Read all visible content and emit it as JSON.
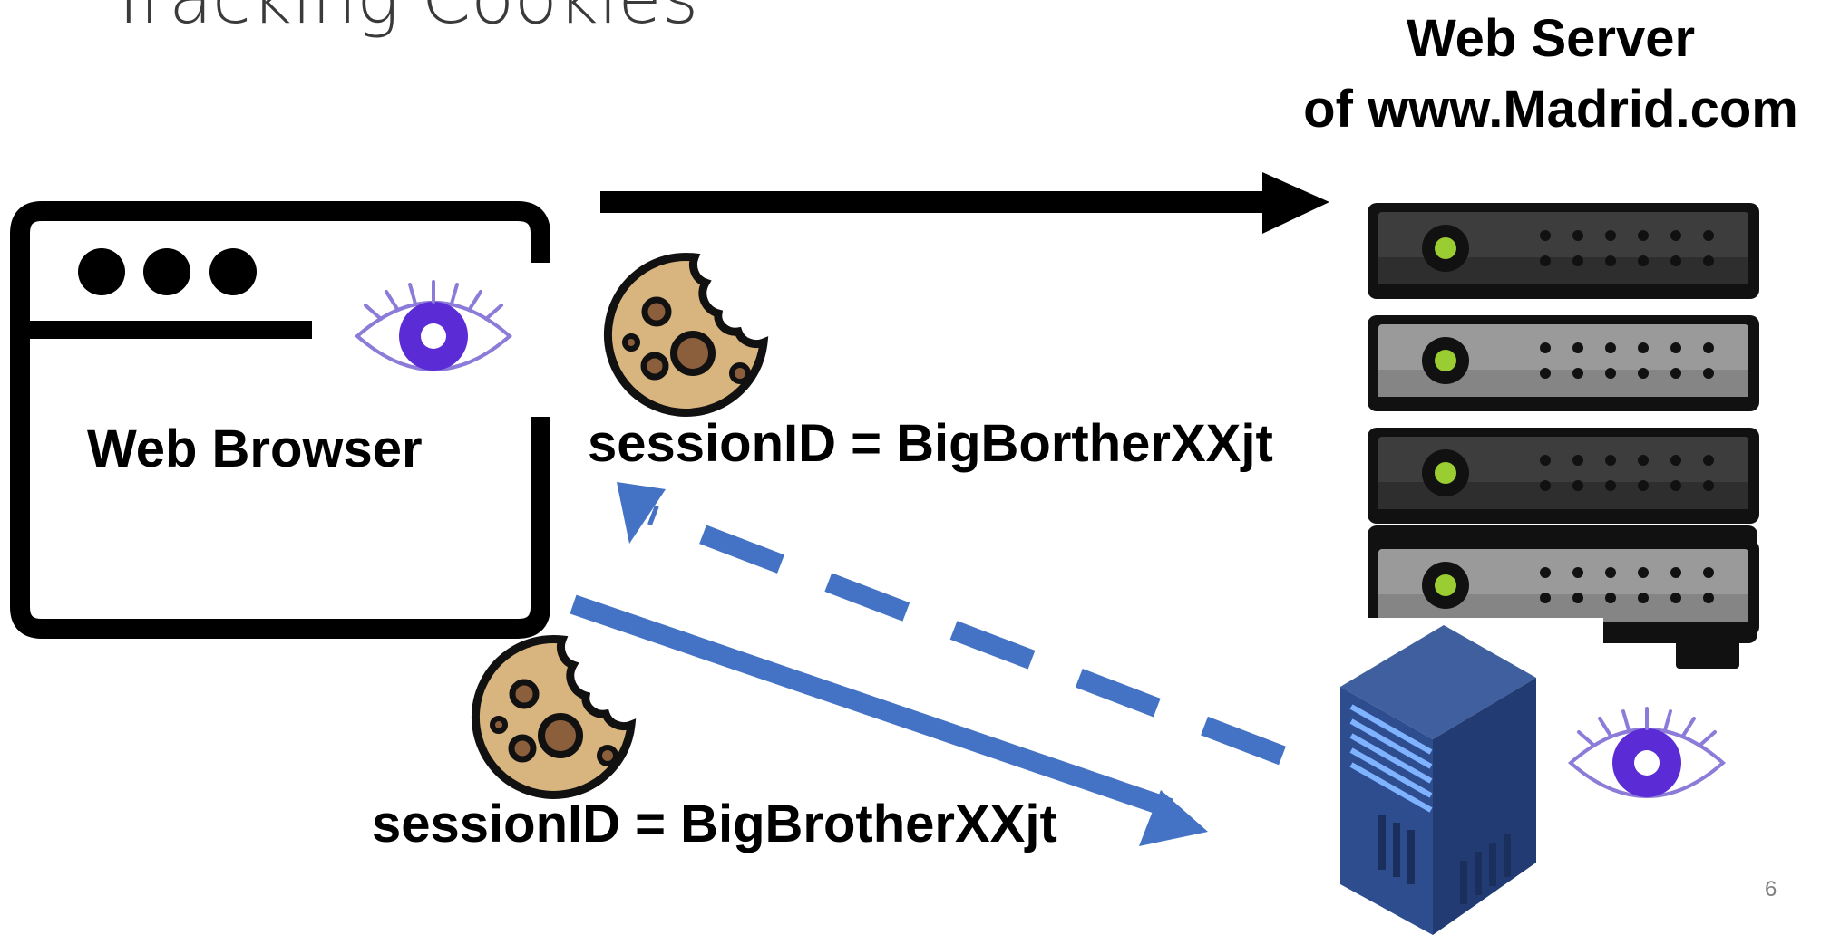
{
  "slide": {
    "title": "Tracking Cookies",
    "page_number": "6"
  },
  "browser": {
    "label": "Web Browser"
  },
  "server": {
    "label_line1": "Web Server",
    "label_line2": "of www.Madrid.com"
  },
  "cookies": [
    {
      "text": "sessionID = BigBortherXXjt"
    },
    {
      "text": "sessionID = BigBrotherXXjt"
    }
  ],
  "colors": {
    "arrow_request": "#000000",
    "arrow_tracker": "#4472c4",
    "cookie_fill": "#d8b47e",
    "cookie_chip": "#8b5e3c",
    "eye_iris": "#5b2bd6",
    "eye_outline": "#8c7bd8",
    "server_led": "#9acd32",
    "tracker_server": "#2e4d8f"
  },
  "icons": [
    "browser-window-icon",
    "eye-icon",
    "cookie-icon",
    "server-rack-icon",
    "tracker-server-icon"
  ]
}
